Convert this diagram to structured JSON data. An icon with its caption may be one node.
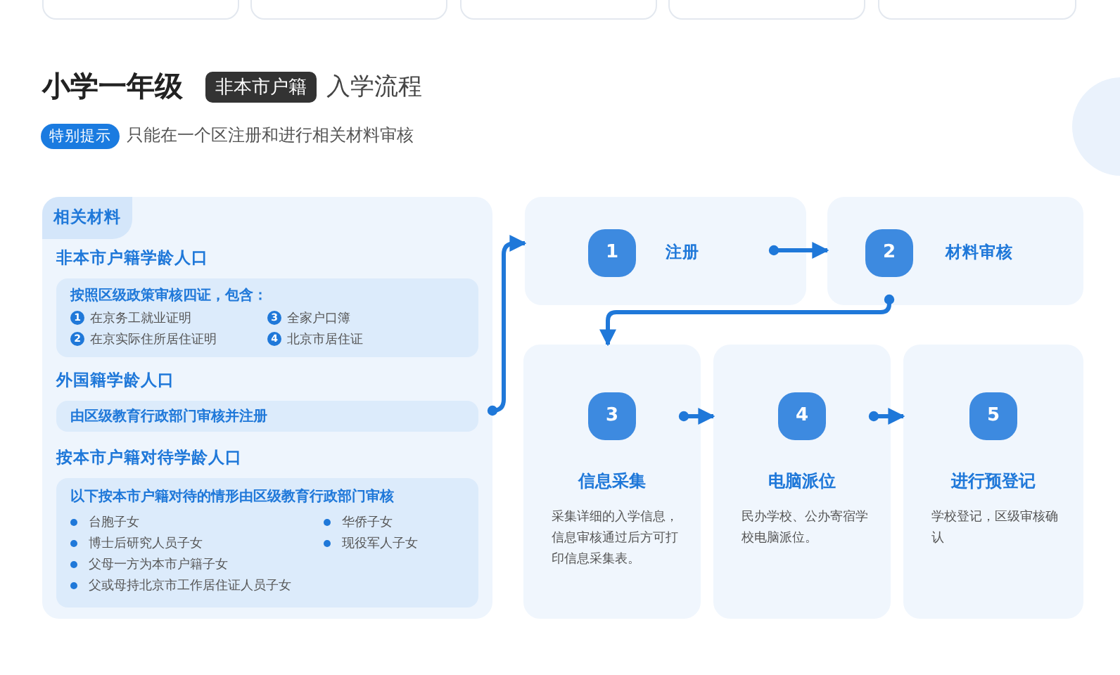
{
  "diagram": {
    "title": "小学一年级",
    "nodes": [
      {
        "text": [
          "相关材料",
          "非本市户籍学龄人口",
          "外国籍学龄人口",
          "按本市户籍对待学龄人口"
        ]
      },
      {
        "text": [
          "按照区级政策审核四证，包含：",
          "1",
          "在京务工就业证明",
          "2",
          "在京实际住所居住证明",
          "3",
          "全家户口簿",
          "4",
          "北京市居住证"
        ],
        "in": 0
      },
      {
        "text": [
          "由区级教育行政部门审核并注册"
        ],
        "in": 0
      },
      {
        "text": [
          "以下按本市户籍对待的情形由区级教育行政部门审核",
          "台胞子女",
          "博士后研究人员子女",
          "父母一方为本市户籍子女",
          "父或母持北京市工作居住证人员子女",
          "华侨子女",
          "现役军人子女"
        ],
        "in": 0
      },
      {
        "text": [
          "1",
          "注册"
        ]
      },
      {
        "text": [
          "2",
          "材料审核"
        ]
      },
      {
        "text": [
          "3",
          "信息采集",
          "采集详细的入学信息，信息审核通过后方可打印信息采集表。"
        ]
      },
      {
        "text": [
          "4",
          "电脑派位",
          "民办学校、公办寄宿学校电脑派位。"
        ]
      },
      {
        "text": [
          "5",
          "进行预登记",
          "学校登记，区级审核确认"
        ]
      }
    ],
    "edges": [
      {
        "from": 0,
        "to": 4,
        "arrow": "to"
      },
      {
        "from": 4,
        "to": 5,
        "arrow": "to"
      },
      {
        "from": 5,
        "to": 6,
        "arrow": "to"
      },
      {
        "from": 6,
        "to": 7,
        "arrow": "to"
      },
      {
        "from": 7,
        "to": 8,
        "arrow": "to"
      }
    ],
    "labels": [
      "非本市户籍",
      "入学流程",
      "特别提示",
      "只能在一个区注册和进行相关材料审核"
    ]
  }
}
